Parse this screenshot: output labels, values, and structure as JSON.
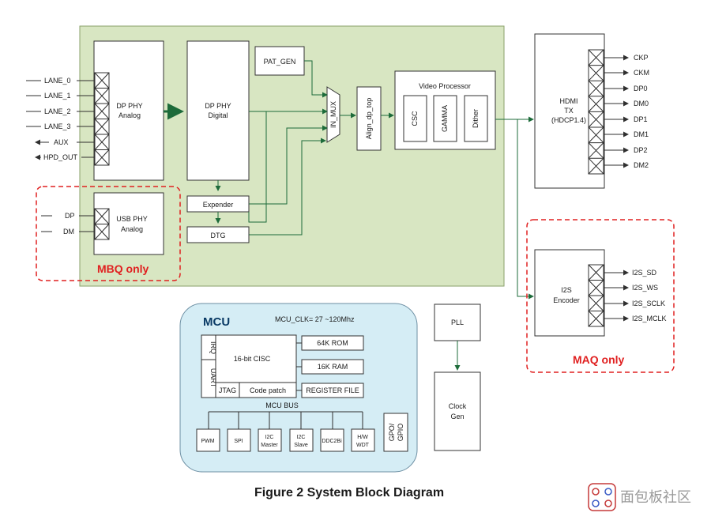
{
  "left_inputs": [
    "LANE_0",
    "LANE_1",
    "LANE_2",
    "LANE_3",
    "AUX",
    "HPD_OUT"
  ],
  "usb_inputs": [
    "DP",
    "DM"
  ],
  "blocks": {
    "dp_phy_analog": [
      "DP PHY",
      "Analog"
    ],
    "dp_phy_digital": [
      "DP PHY",
      "Digital"
    ],
    "pat_gen": "PAT_GEN",
    "in_mux": "IN_MUX",
    "align": "Align_dp_top",
    "video_processor": "Video Processor",
    "csc": "CSC",
    "gamma": "GAMMA",
    "dither": "Dither",
    "expender": "Expender",
    "dtg": "DTG",
    "usb_phy": [
      "USB PHY",
      "Analog"
    ],
    "hdmi": [
      "HDMI",
      "TX",
      "(HDCP1.4)"
    ],
    "i2s": [
      "I2S",
      "Encoder"
    ],
    "pll": "PLL",
    "clock_gen": [
      "Clock",
      "Gen"
    ]
  },
  "hdmi_outputs": [
    "CKP",
    "CKM",
    "DP0",
    "DM0",
    "DP1",
    "DM1",
    "DP2",
    "DM2"
  ],
  "i2s_outputs": [
    "I2S_SD",
    "I2S_WS",
    "I2S_SCLK",
    "I2S_MCLK"
  ],
  "mbq_label": "MBQ only",
  "maq_label": "MAQ only",
  "mcu": {
    "title": "MCU",
    "clock": "MCU_CLK= 27 ~120Mhz",
    "irq": "IRQ",
    "uart": "UART",
    "cpu": "16-bit CISC",
    "jtag": "JTAG",
    "code_patch": "Code patch",
    "rom": "64K ROM",
    "ram": "16K RAM",
    "regfile": "REGISTER FILE",
    "bus": "MCU BUS",
    "peripherals": [
      [
        "PWM"
      ],
      [
        "SPI"
      ],
      [
        "I2C",
        "Master"
      ],
      [
        "I2C",
        "Slave"
      ],
      [
        "DDC2Bi"
      ],
      [
        "H/W",
        "WDT"
      ]
    ],
    "gpio": [
      "GPO/",
      "GPIO"
    ]
  },
  "caption": "Figure 2 System Block Diagram",
  "watermark": "面包板社区",
  "colors": {
    "green_panel": "#d8e6c2",
    "mcu_panel": "#d5edf5",
    "red_dash": "#e02020",
    "arrow_green": "#1d6b3a"
  }
}
